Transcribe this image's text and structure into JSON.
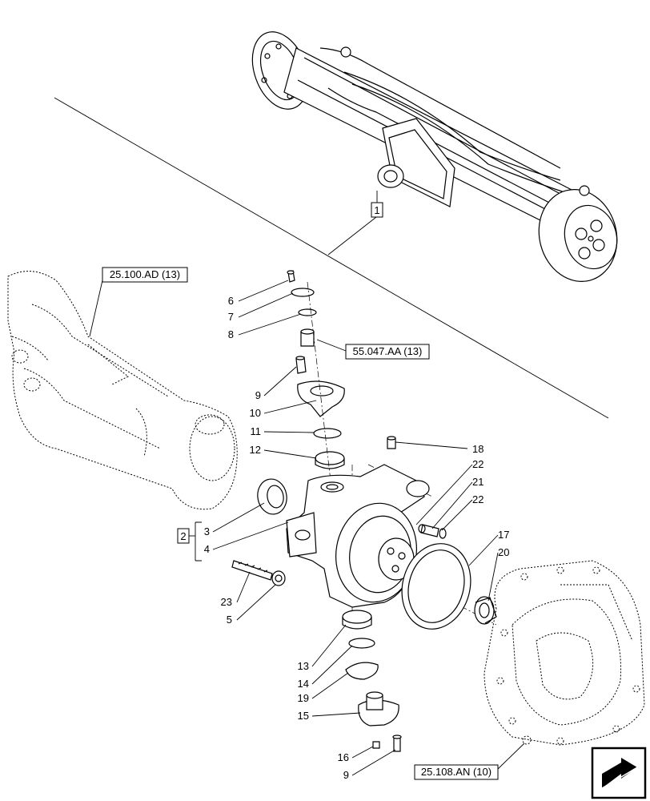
{
  "references": {
    "axle_ref": "25.100.AD (13)",
    "pin_ref": "55.047.AA (13)",
    "hub_ref": "25.108.AN (10)"
  },
  "group_labels": {
    "assembly": "1",
    "kit": "2"
  },
  "callouts": {
    "c6": "6",
    "c7": "7",
    "c8": "8",
    "c9a": "9",
    "c10": "10",
    "c11": "11",
    "c12": "12",
    "c3": "3",
    "c4": "4",
    "c23": "23",
    "c5": "5",
    "c13": "13",
    "c14": "14",
    "c19": "19",
    "c15": "15",
    "c16": "16",
    "c9b": "9",
    "c18": "18",
    "c22a": "22",
    "c21": "21",
    "c22b": "22",
    "c17": "17",
    "c20": "20"
  },
  "icons": {
    "nav": "next-page-arrow-icon"
  }
}
